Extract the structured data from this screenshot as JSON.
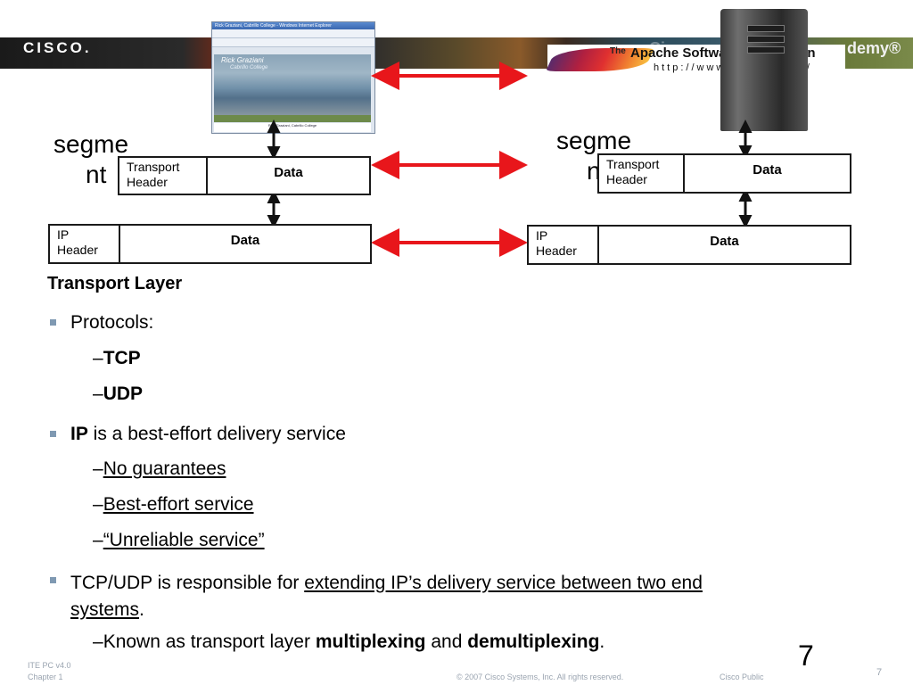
{
  "banner": {
    "logo_text": "CISCO.",
    "academy_text": "demy®",
    "ghost_text": "Cisco"
  },
  "browser": {
    "window_title": "Rick Graziani, Cabrillo College - Windows Internet Explorer",
    "hero_title": "Rick Graziani",
    "hero_subtitle": "Cabrillo College",
    "footer_text": "Rick Graziani, Cabrillo College"
  },
  "apache": {
    "the": "The",
    "name": "Apache Software Foundation",
    "url": "http://www.apache.org/"
  },
  "diagram": {
    "left_segment_label": [
      "segme",
      "nt"
    ],
    "right_segment_label": [
      "segme",
      "nt"
    ],
    "transport_header": [
      "Transport",
      "Header"
    ],
    "ip_header": [
      "IP",
      "Header"
    ],
    "data": "Data"
  },
  "content": {
    "title": "Transport Layer",
    "protocols_label": "Protocols:",
    "tcp": "TCP",
    "udp": "UDP",
    "ip_bold": "IP",
    "ip_rest": " is a best-effort delivery service",
    "no_guarantees": "No guarantees",
    "best_effort": "Best-effort service",
    "unreliable": "“Unreliable service”",
    "tcpudp_prefix": "TCP/UDP is responsible for ",
    "tcpudp_link_1": "extending IP’s delivery service between two end",
    "tcpudp_link_2": "systems",
    "tcpudp_suffix": ".",
    "known_prefix": "Known as transport layer ",
    "multiplexing": "multiplexing",
    "and": " and ",
    "demultiplexing": "demultiplexing",
    "known_suffix": "."
  },
  "page_number_big": "7",
  "footer": {
    "course": "ITE PC v4.0",
    "chapter": "Chapter 1",
    "copyright": "© 2007 Cisco Systems, Inc. All rights reserved.",
    "classification": "Cisco Public",
    "page_number_small": "7"
  },
  "colors": {
    "arrow": "#e8161b",
    "bullet": "#7f99b2",
    "footer_text": "#9aa4b0"
  }
}
